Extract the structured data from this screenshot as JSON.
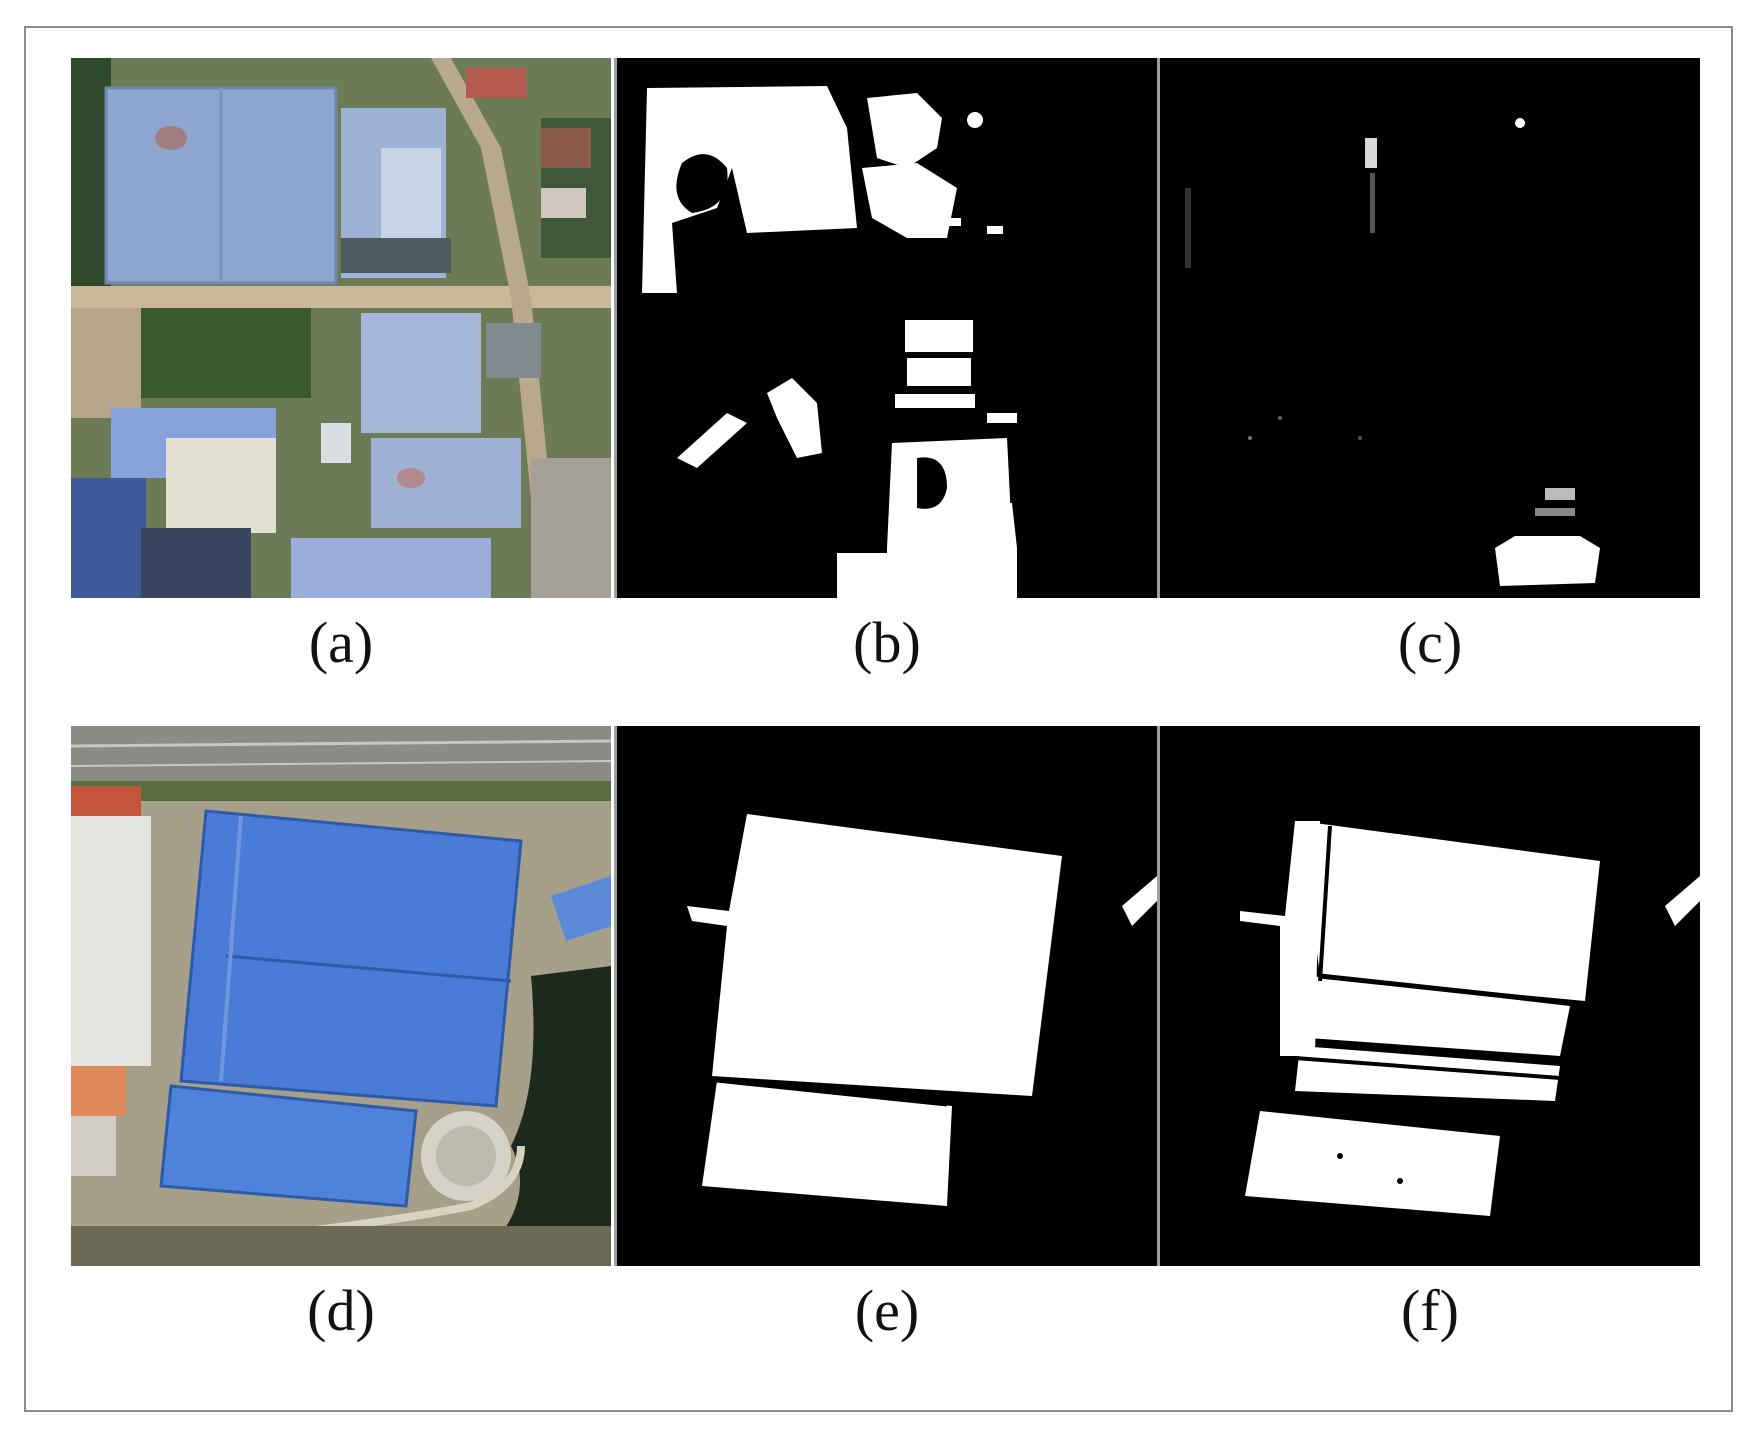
{
  "figure": {
    "panels": [
      {
        "id": "a",
        "label": "(a)",
        "kind": "aerial-image"
      },
      {
        "id": "b",
        "label": "(b)",
        "kind": "binary-mask"
      },
      {
        "id": "c",
        "label": "(c)",
        "kind": "binary-mask"
      },
      {
        "id": "d",
        "label": "(d)",
        "kind": "aerial-image"
      },
      {
        "id": "e",
        "label": "(e)",
        "kind": "binary-mask"
      },
      {
        "id": "f",
        "label": "(f)",
        "kind": "binary-mask"
      }
    ]
  }
}
